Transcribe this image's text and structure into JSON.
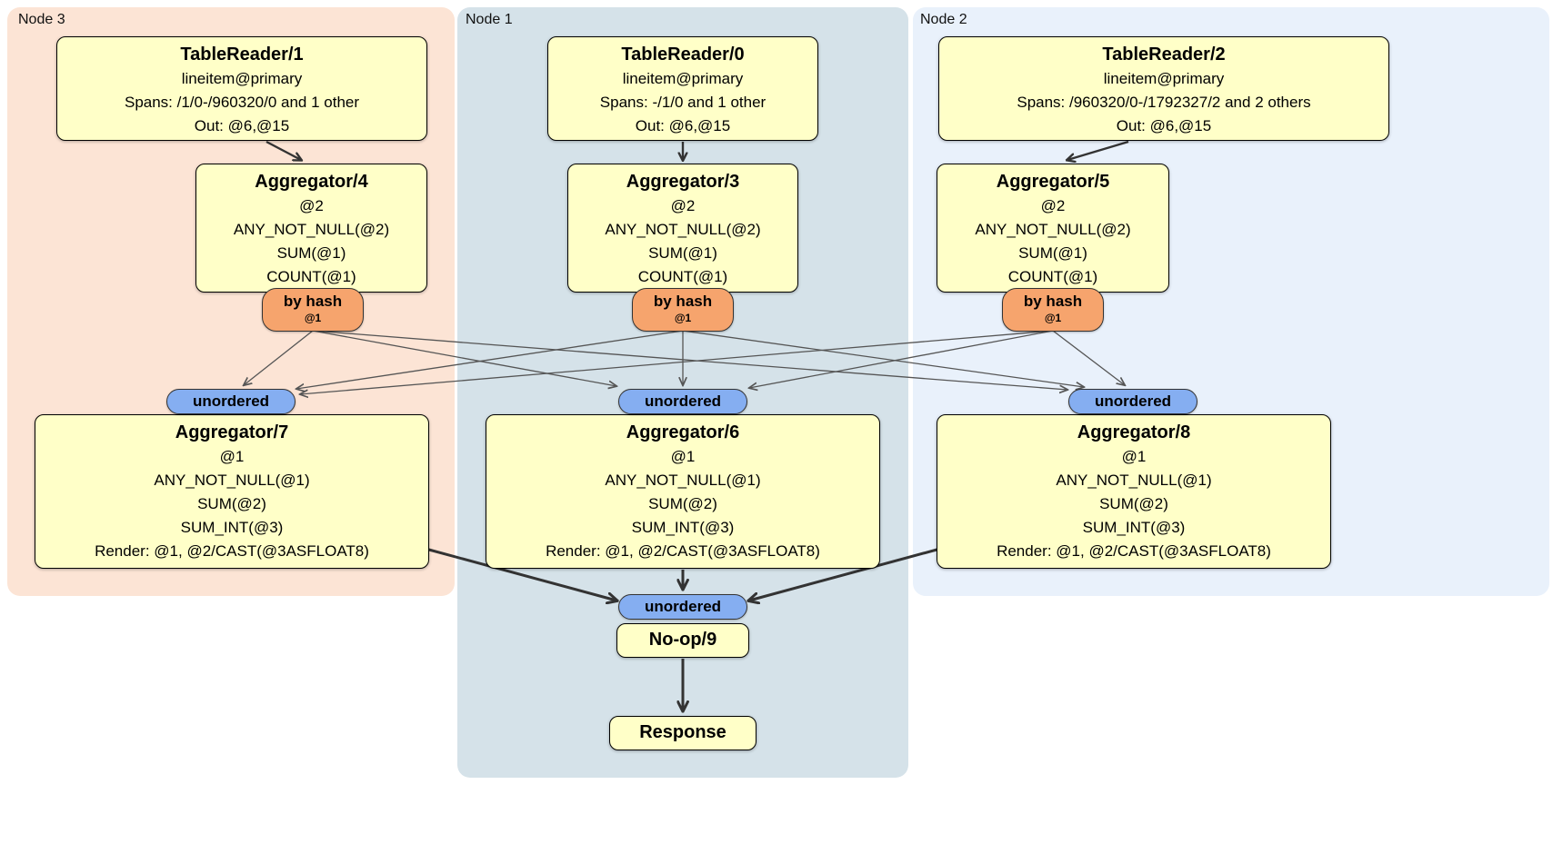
{
  "regions": [
    {
      "label": "Node 3",
      "bg": "#fce4d5"
    },
    {
      "label": "Node 1",
      "bg": "#d5e2e9"
    },
    {
      "label": "Node 2",
      "bg": "#e9f1fb"
    }
  ],
  "boxes": {
    "tr1": {
      "title": "TableReader/1",
      "lines": [
        "lineitem@primary",
        "Spans: /1/0-/960320/0 and 1 other",
        "Out: @6,@15"
      ]
    },
    "tr0": {
      "title": "TableReader/0",
      "lines": [
        "lineitem@primary",
        "Spans: -/1/0 and 1 other",
        "Out: @6,@15"
      ]
    },
    "tr2": {
      "title": "TableReader/2",
      "lines": [
        "lineitem@primary",
        "Spans: /960320/0-/1792327/2 and 2 others",
        "Out: @6,@15"
      ]
    },
    "agg4": {
      "title": "Aggregator/4",
      "lines": [
        "@2",
        "ANY_NOT_NULL(@2)",
        "SUM(@1)",
        "COUNT(@1)"
      ]
    },
    "agg3": {
      "title": "Aggregator/3",
      "lines": [
        "@2",
        "ANY_NOT_NULL(@2)",
        "SUM(@1)",
        "COUNT(@1)"
      ]
    },
    "agg5": {
      "title": "Aggregator/5",
      "lines": [
        "@2",
        "ANY_NOT_NULL(@2)",
        "SUM(@1)",
        "COUNT(@1)"
      ]
    },
    "agg7": {
      "title": "Aggregator/7",
      "lines": [
        "@1",
        "ANY_NOT_NULL(@1)",
        "SUM(@2)",
        "SUM_INT(@3)",
        "Render: @1, @2/CAST(@3ASFLOAT8)"
      ]
    },
    "agg6": {
      "title": "Aggregator/6",
      "lines": [
        "@1",
        "ANY_NOT_NULL(@1)",
        "SUM(@2)",
        "SUM_INT(@3)",
        "Render: @1, @2/CAST(@3ASFLOAT8)"
      ]
    },
    "agg8": {
      "title": "Aggregator/8",
      "lines": [
        "@1",
        "ANY_NOT_NULL(@1)",
        "SUM(@2)",
        "SUM_INT(@3)",
        "Render: @1, @2/CAST(@3ASFLOAT8)"
      ]
    },
    "noop": {
      "title": "No-op/9"
    },
    "resp": {
      "title": "Response"
    }
  },
  "pills": {
    "byhash": {
      "label": "by hash",
      "sub": "@1"
    },
    "unordered": {
      "label": "unordered"
    }
  },
  "colors": {
    "box_bg": "#ffffc8",
    "hash_pill_bg": "#f6a46d",
    "unordered_pill_bg": "#85aef1",
    "edge_thin": "#555555",
    "edge_thick": "#333333"
  }
}
